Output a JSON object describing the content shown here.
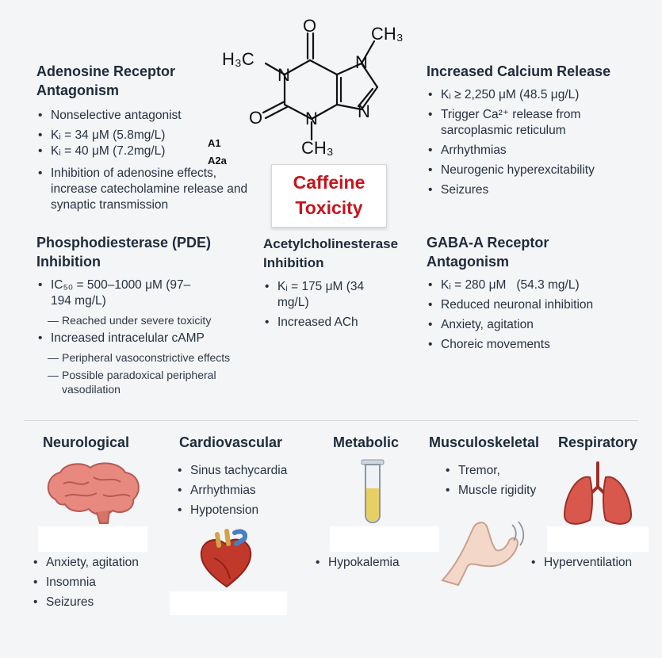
{
  "title": {
    "line1": "Caffeine",
    "line2": "Toxicity"
  },
  "molecule": {
    "label_h3c_left": "H₃C",
    "label_ch3_top": "CH₃",
    "label_ch3_bottom": "CH₃",
    "atom_n": "N",
    "atom_o": "O"
  },
  "adenosine": {
    "heading1": "Adenosine Receptor",
    "heading2": "Antagonism",
    "b1": "Nonselective antagonist",
    "b2a": "Kᵢ = 34 μM (5.8mg/L)",
    "b2b": "Kᵢ = 40 μM (7.2mg/L)",
    "tag_a1": "A1",
    "tag_a2a": "A2a",
    "b3": "Inhibition of adenosine effects, increase catecholamine release and synaptic transmission"
  },
  "calcium": {
    "heading": "Increased Calcium Release",
    "b1": "Kᵢ ≥ 2,250 μM (48.5 μg/L)",
    "b2": "Trigger Ca²⁺ release from sarcoplasmic reticulum",
    "b3": "Arrhythmias",
    "b4": "Neurogenic hyperexcitability",
    "b5": "Seizures"
  },
  "pde": {
    "heading1": "Phosphodiesterase (PDE)",
    "heading2": "Inhibition",
    "b1": "IC₅₀ = 500–1000 μM (97–194 mg/L)",
    "s1": "Reached under severe toxicity",
    "b2": "Increased intracelular cAMP",
    "s2": "Peripheral vasoconstrictive effects",
    "s3": "Possible paradoxical peripheral vasodilation"
  },
  "ache": {
    "heading1": "Acetylcholinesterase",
    "heading2": "Inhibition",
    "b1": "Kᵢ = 175 μM (34 mg/L)",
    "b2": "Increased ACh"
  },
  "gaba": {
    "heading1": "GABA-A Receptor",
    "heading2": "Antagonism",
    "b1": "Kᵢ = 280 μM",
    "b1b": "(54.3 mg/L)",
    "b2": "Reduced neuronal inhibition",
    "b3": "Anxiety, agitation",
    "b4": "Choreic movements"
  },
  "categories": {
    "neuro": {
      "title": "Neurological",
      "items": [
        "Anxiety, agitation",
        "Insomnia",
        "Seizures"
      ]
    },
    "cardio": {
      "title": "Cardiovascular",
      "items": [
        "Sinus tachycardia",
        "Arrhythmias",
        "Hypotension"
      ]
    },
    "metabolic": {
      "title": "Metabolic",
      "items": [
        "Hypokalemia"
      ]
    },
    "musculo": {
      "title": "Musculoskeletal",
      "items": [
        "Tremor,",
        "Muscle rigidity"
      ]
    },
    "resp": {
      "title": "Respiratory",
      "items": [
        "Hyperventilation"
      ]
    }
  },
  "colors": {
    "title_red": "#c8141c",
    "brain": "#e8897f",
    "heart": "#c0392b",
    "lungs": "#d9584e",
    "tube_liquid": "#e8cf63"
  }
}
